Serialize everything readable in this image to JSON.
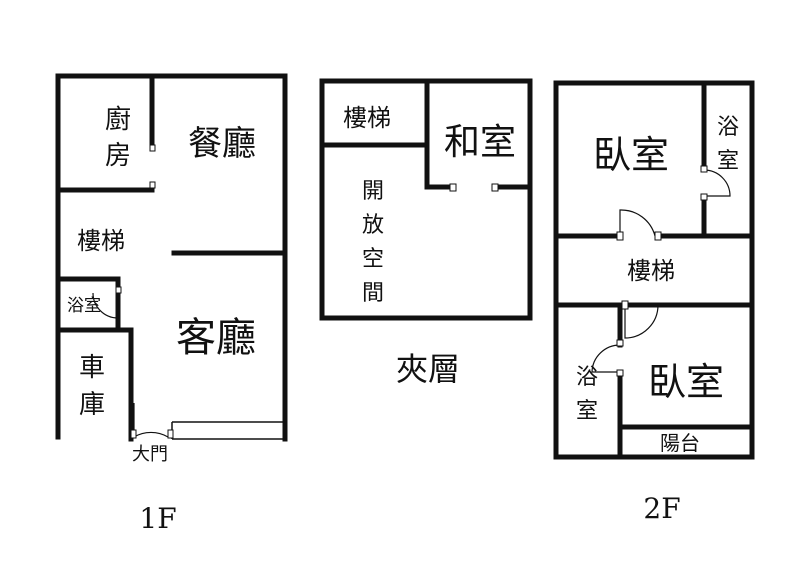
{
  "floor_1f": {
    "caption": "1F",
    "kitchen": [
      "廚",
      "房"
    ],
    "dining": "餐廳",
    "stairs": "樓梯",
    "bath": "浴室",
    "living": "客廳",
    "garage": [
      "車",
      "庫"
    ],
    "main_door": "大門"
  },
  "floor_mezz": {
    "caption": "夾層",
    "stairs": "樓梯",
    "tatami": "和室",
    "open_space": [
      "開",
      "放",
      "空",
      "間"
    ]
  },
  "floor_2f": {
    "caption": "2F",
    "bedroom_top": "臥室",
    "bath_top": [
      "浴",
      "室"
    ],
    "stairs": "樓梯",
    "bath_bottom": [
      "浴",
      "室"
    ],
    "bedroom_bottom": "臥室",
    "balcony": "陽台"
  }
}
